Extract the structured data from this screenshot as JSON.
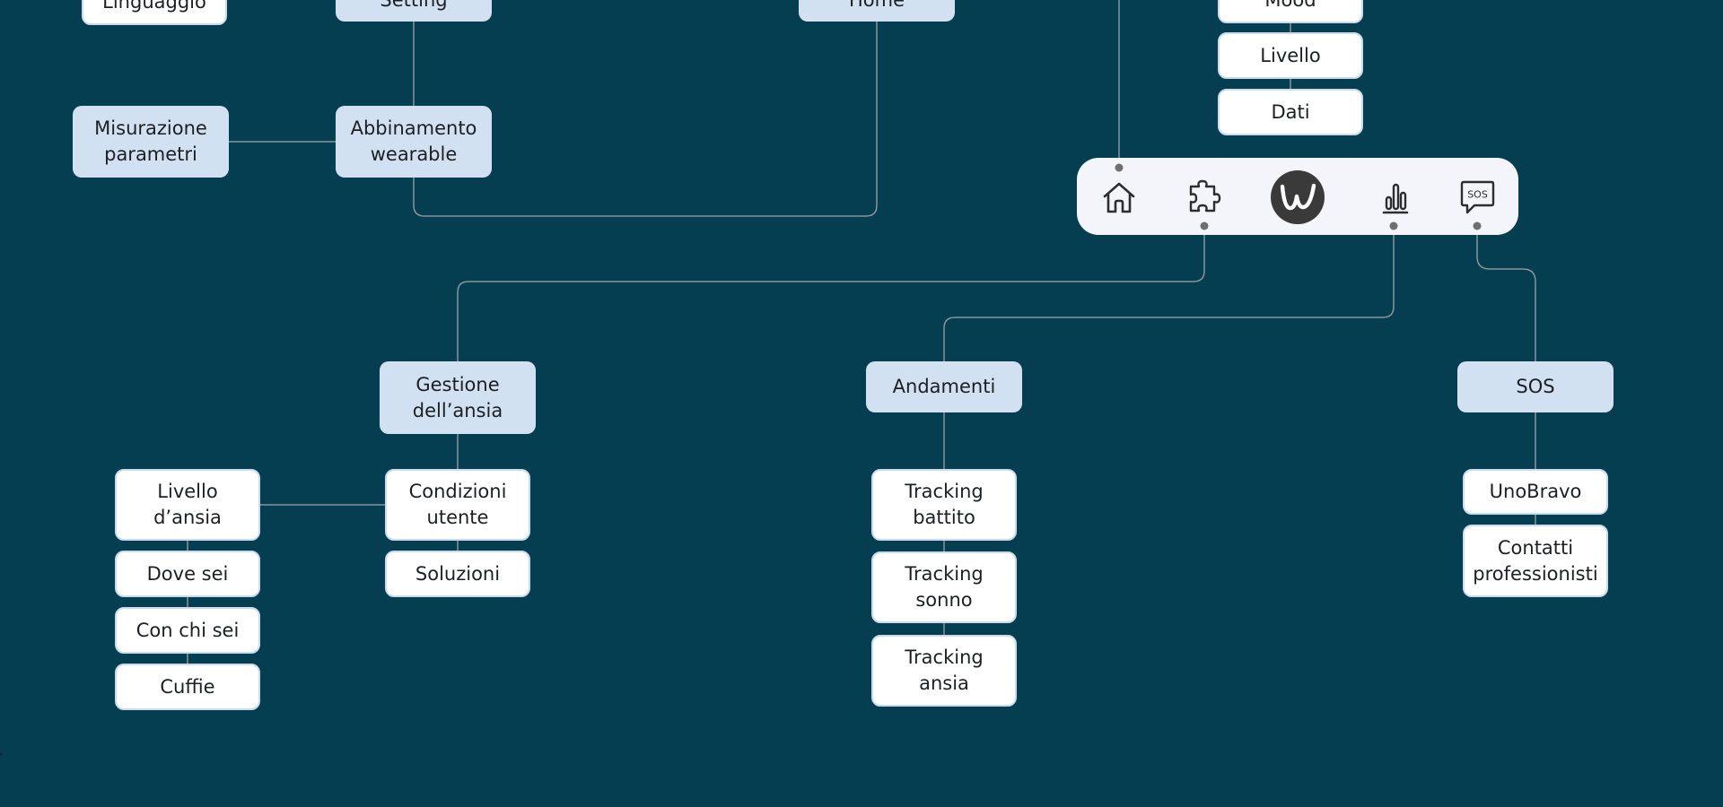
{
  "colors": {
    "background": "#053d51",
    "primary_node": "#d2e1f2",
    "secondary_node": "#ffffff",
    "connector": "#8a959c",
    "navbar": "#f3f5fa",
    "icon": "#2e2e2e"
  },
  "top_nodes": {
    "linguaggio": "Linguaggio",
    "setting": "Setting",
    "home": "Home",
    "mood": "Mood",
    "livello": "Livello",
    "dati": "Dati",
    "misurazione_parametri": "Misurazione\nparametri",
    "abbinamento_wearable": "Abbinamento\nwearable"
  },
  "navbar": {
    "icons": [
      "home-icon",
      "puzzle-icon",
      "logo-icon",
      "bar-chart-icon",
      "sos-chat-icon"
    ],
    "sos_icon_text": "SOS"
  },
  "gestione": {
    "title": "Gestione\ndell’ansia",
    "condizioni_utente": "Condizioni\nutente",
    "soluzioni": "Soluzioni",
    "livello_ansia": "Livello\nd’ansia",
    "dove_sei": "Dove sei",
    "con_chi_sei": "Con chi sei",
    "cuffie": "Cuffie"
  },
  "andamenti": {
    "title": "Andamenti",
    "tracking_battito": "Tracking\nbattito",
    "tracking_sonno": "Tracking\nsonno",
    "tracking_ansia": "Tracking\nansia"
  },
  "sos": {
    "title": "SOS",
    "unobravo": "UnoBravo",
    "contatti_professionisti": "Contatti\nprofessionisti"
  }
}
